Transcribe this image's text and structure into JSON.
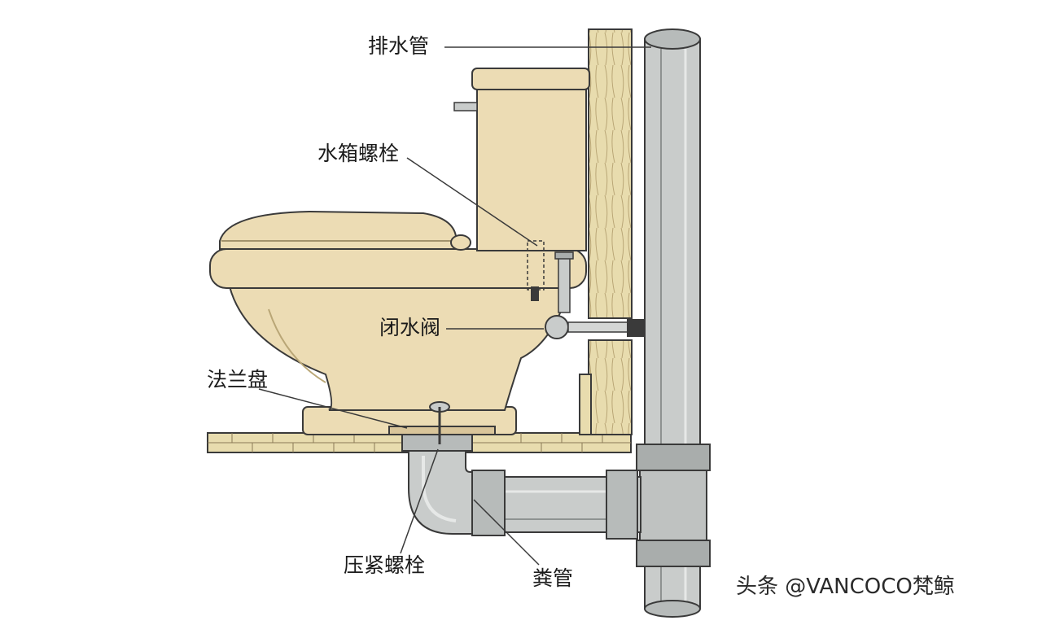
{
  "diagram": {
    "labels": {
      "drain_pipe": "排水管",
      "tank_bolt": "水箱螺栓",
      "shutoff_valve": "闭水阀",
      "flange": "法兰盘",
      "clamp_bolt": "压紧螺栓",
      "waste_pipe": "粪管"
    }
  },
  "watermark": "头条 @VANCOCO梵鲸",
  "colors": {
    "ceramic": "#ecdcb4",
    "ceramic_shade": "#d9c59a",
    "wood": "#e8dcae",
    "pipe": "#c9cccb",
    "pipe_shade": "#a9adac",
    "outline": "#3a3a3a"
  }
}
